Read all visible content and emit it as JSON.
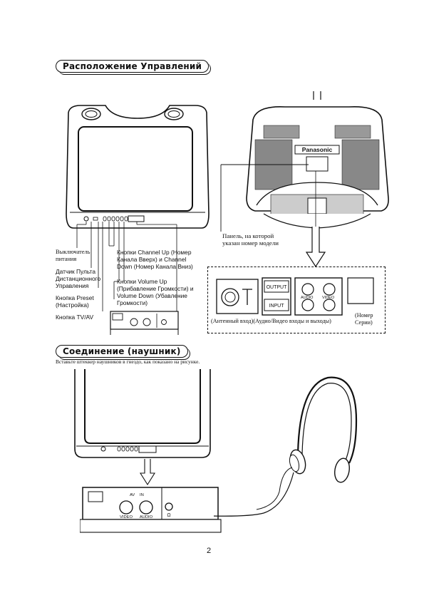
{
  "headings": {
    "controls": "Расположение Управлений",
    "connection": "Соединение (наушник)"
  },
  "labels": {
    "power_switch": [
      "Выключатель",
      "питания"
    ],
    "remote_sensor": [
      "Датчик Пульта",
      "Дистанционного",
      "Управления"
    ],
    "preset_button": [
      "Кнопка Preset",
      "(Настройка)"
    ],
    "tvav_button": "Кнопка TV/AV",
    "channel_buttons": [
      "Кнопки Channel Up (Номер",
      "Канала Вверх) и Channel",
      "Down (Номер Канала Вниз)"
    ],
    "volume_buttons": [
      "Кнопки Volume Up",
      "(Прибавление Громкости) и",
      "Volume Down (Убавление",
      "Громкости)"
    ],
    "model_panel": [
      "Панель, на которой",
      "указан номер модели"
    ],
    "antenna_input": "(Антенный вход)",
    "av_io": "(Аудио/Видео входы и выходы)",
    "serial_number": [
      "(Номер",
      "Серии)"
    ]
  },
  "panel": {
    "output": "OUTPUT",
    "input": "INPUT",
    "audio": "AUDIO",
    "video": "VIDEO"
  },
  "brand": "Panasonic",
  "instruction": "Вставьте штеккер наушников в гнездо, как показано на рисунке.",
  "jack_panel": {
    "av": "AV",
    "in": "IN",
    "video": "VIDEO",
    "audio": "AUDIO",
    "headphone_symbol": "Ω"
  },
  "page_number": "2"
}
